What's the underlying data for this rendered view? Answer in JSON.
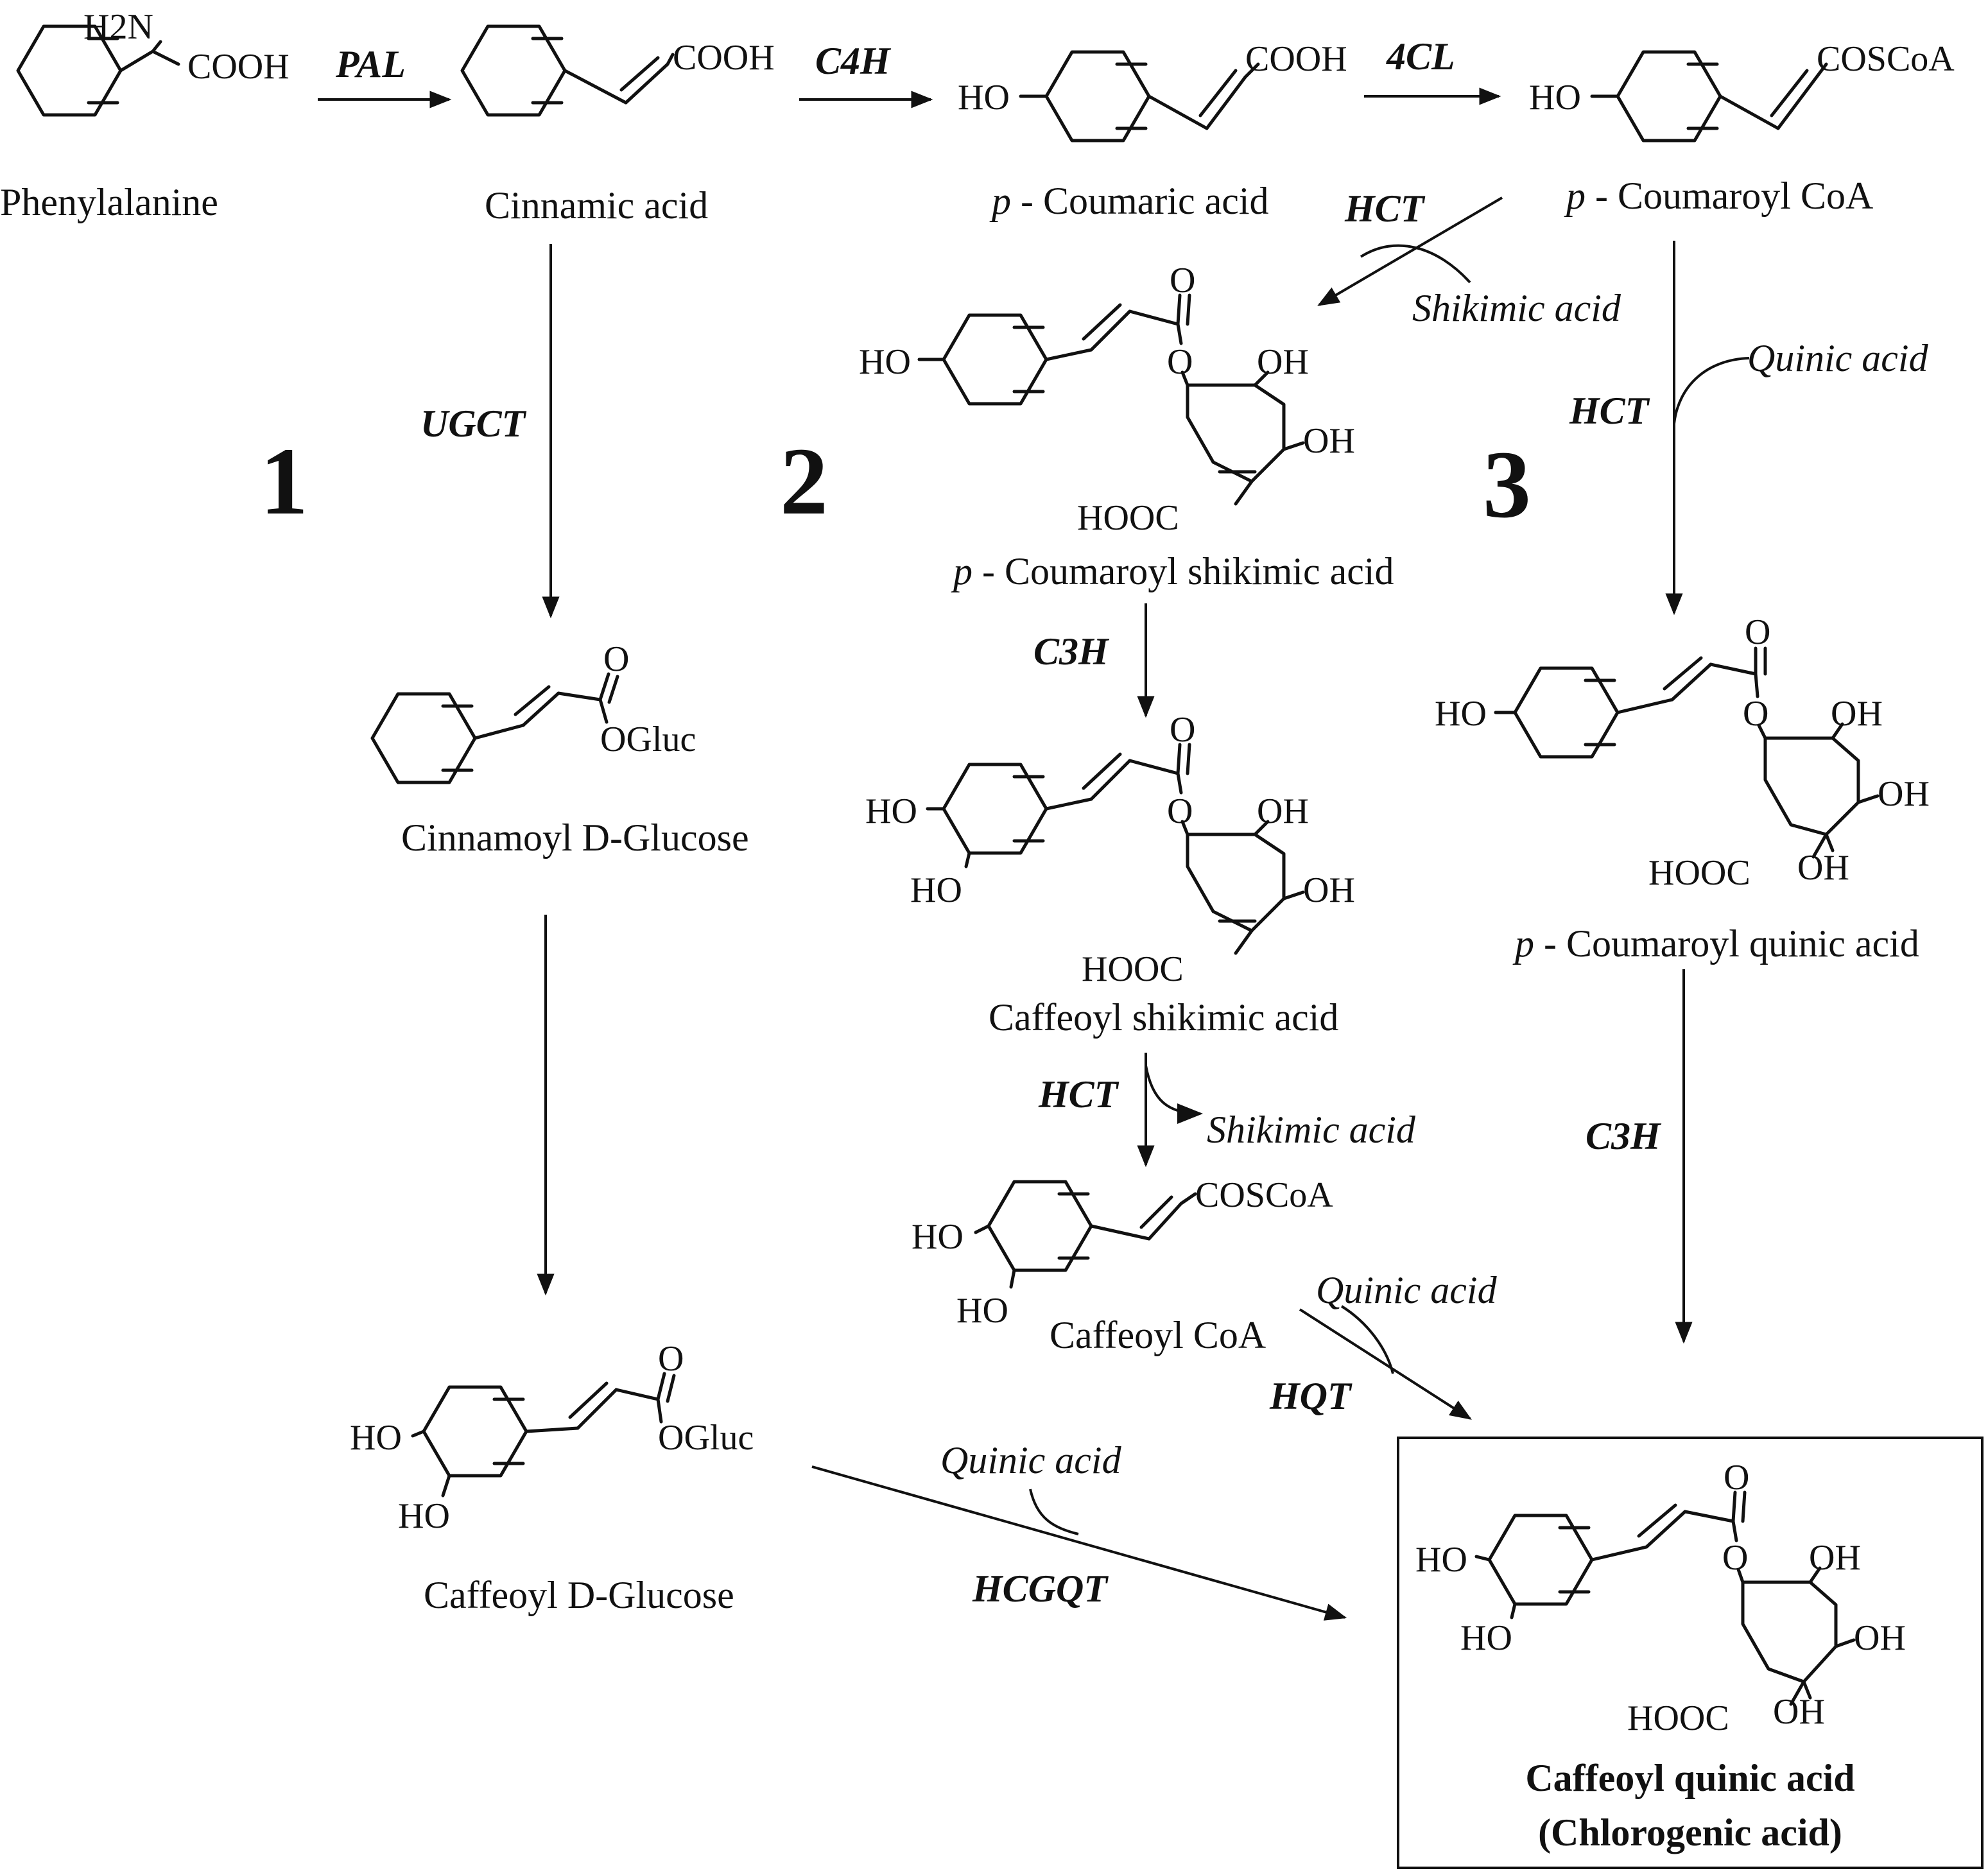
{
  "labels": {
    "atom_h2n": "H2N",
    "atom_cooh": "COOH",
    "atom_coscoa": "COSCoA",
    "atom_ho": "HO",
    "atom_oh": "OH",
    "atom_o": "O",
    "atom_hooc": "HOOC",
    "atom_ogluc": "OGluc",
    "p_prefix": "p",
    "phenylalanine": "Phenylalanine",
    "cinnamic_acid": "Cinnamic acid",
    "p_coumaric_acid": " - Coumaric acid",
    "p_coumaroyl_coa": " - Coumaroyl CoA",
    "p_coumaroyl_shikimic_acid": " - Coumaroyl shikimic acid",
    "p_coumaroyl_quinic_acid": " - Coumaroyl quinic acid",
    "cinnamoyl_d_glucose": "Cinnamoyl D-Glucose",
    "caffeoyl_shikimic_acid": "Caffeoyl shikimic acid",
    "caffeoyl_coa": "Caffeoyl CoA",
    "caffeoyl_d_glucose": "Caffeoyl D-Glucose",
    "caffeoyl_quinic_acid": "Caffeoyl quinic acid",
    "chlorogenic_acid": "(Chlorogenic acid)"
  },
  "enzymes": {
    "pal": "PAL",
    "c4h": "C4H",
    "cl4": "4CL",
    "hct": "HCT",
    "ugct": "UGCT",
    "c3h": "C3H",
    "hqt": "HQT",
    "hcgqt": "HCGQT"
  },
  "cofactors": {
    "shikimic_acid": "Shikimic acid",
    "quinic_acid": "Quinic acid"
  },
  "pathways": {
    "one": "1",
    "two": "2",
    "three": "3"
  }
}
